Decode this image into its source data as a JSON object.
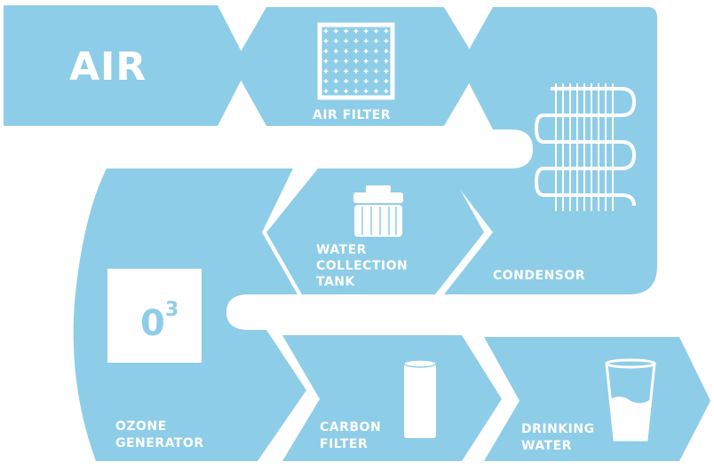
{
  "title": "AIR",
  "stages": {
    "air_filter": {
      "label": "AIR FILTER",
      "icon": "filter-grid-icon"
    },
    "condensor": {
      "label": "CONDENSOR",
      "icon": "condenser-coil-icon"
    },
    "water_collection_tank": {
      "lines": [
        "WATER",
        "COLLECTION",
        "TANK"
      ],
      "icon": "water-tank-icon"
    },
    "ozone_generator": {
      "lines": [
        "OZONE",
        "GENERATOR"
      ],
      "symbol": "0",
      "symbol_sup": "3"
    },
    "carbon_filter": {
      "lines": [
        "CARBON",
        "FILTER"
      ],
      "icon": "cylinder-filter-icon"
    },
    "drinking_water": {
      "lines": [
        "DRINKING",
        "WATER"
      ],
      "icon": "water-glass-icon"
    }
  },
  "colors": {
    "shape": "#8ecde8",
    "background": "#ffffff",
    "ozone_text": "#8ecde8"
  }
}
